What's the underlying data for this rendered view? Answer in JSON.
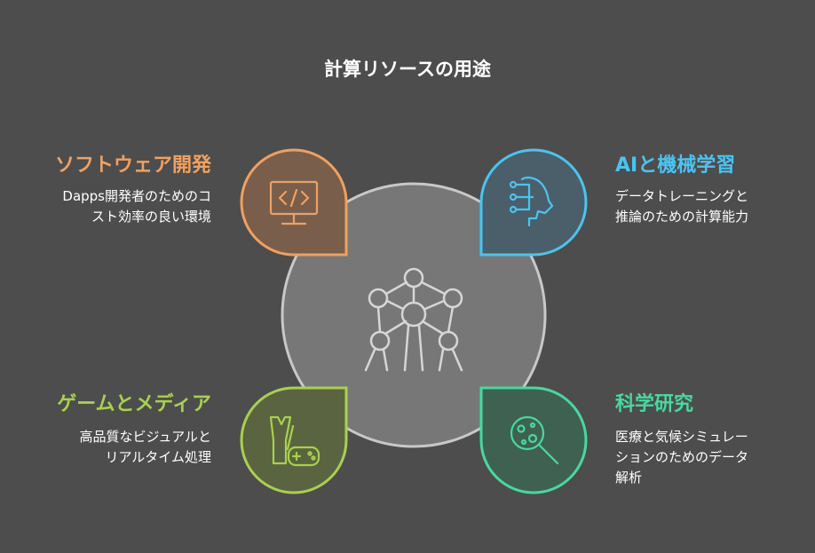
{
  "title": "計算リソースの用途",
  "colors": {
    "background": "#4d4d4d",
    "center_circle": "#777777",
    "orange": "#f0a060",
    "blue": "#4cc3f0",
    "green": "#a8d050",
    "teal": "#48d8a0"
  },
  "center": {
    "icon": "atomium-icon"
  },
  "sections": [
    {
      "heading": "ソフトウェア開発",
      "desc_lines": [
        "Dapps開発者のためのコ",
        "スト効率の良い環境"
      ],
      "icon": "code-monitor-icon",
      "color": "#f0a060"
    },
    {
      "heading": "AIと機械学習",
      "desc_lines": [
        "データトレーニングと",
        "推論のための計算能力"
      ],
      "icon": "ai-head-icon",
      "color": "#4cc3f0"
    },
    {
      "heading": "ゲームとメディア",
      "desc_lines": [
        "高品質なビジュアルと",
        "リアルタイム処理"
      ],
      "icon": "gamepad-icon",
      "color": "#a8d050"
    },
    {
      "heading": "科学研究",
      "desc_lines": [
        "医療と気候シミュレー",
        "ションのためのデータ",
        "解析"
      ],
      "icon": "microscope-sample-icon",
      "color": "#48d8a0"
    }
  ]
}
